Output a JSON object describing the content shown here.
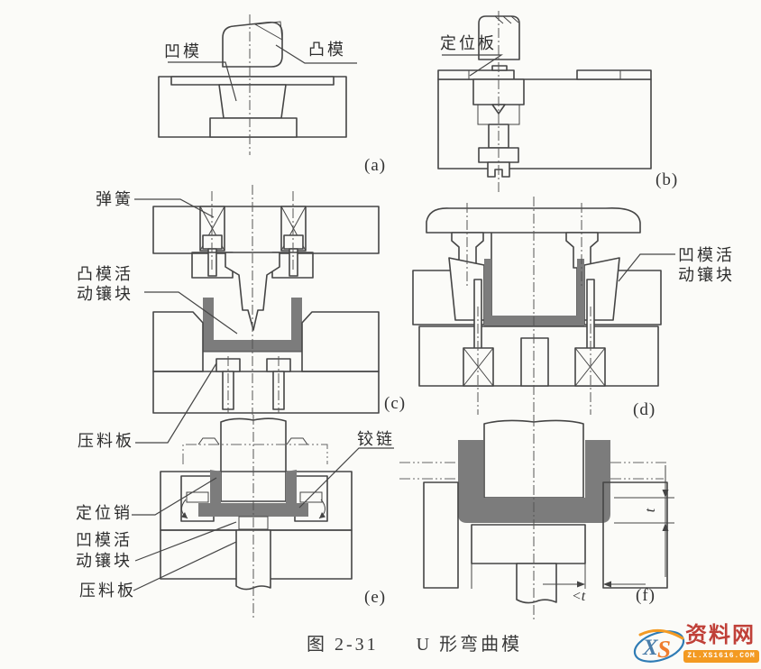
{
  "colors": {
    "paper": "#fbfbf8",
    "line": "#454545",
    "part_gray": "#7c7c7c",
    "watermark_red": "#c04038",
    "watermark_orange": "#f39a22",
    "watermark_blue": "#2f7cb5"
  },
  "labels": {
    "a_die": "凹模",
    "a_punch": "凸模",
    "b_locating_plate": "定位板",
    "c_spring": "弹簧",
    "c_punch_insert_line1": "凸模活",
    "c_punch_insert_line2": "动镶块",
    "c_pressure_plate": "压料板",
    "d_die_insert_line1": "凹模活",
    "d_die_insert_line2": "动镶块",
    "e_hinge": "铰链",
    "e_locating_pin": "定位销",
    "e_die_insert_line1": "凹模活",
    "e_die_insert_line2": "动镶块",
    "e_pressure_plate": "压料板"
  },
  "panel_tags": {
    "a": "(a)",
    "b": "(b)",
    "c": "(c)",
    "d": "(d)",
    "e": "(e)",
    "f": "(f)"
  },
  "dimensions": {
    "thickness": "t",
    "gap": "<t"
  },
  "caption": {
    "number": "图 2-31",
    "title": "U 形弯曲模"
  },
  "watermark": {
    "logo_x": "X",
    "logo_s": "S",
    "site": "资料网",
    "url": "ZL.XS1616.COM"
  }
}
